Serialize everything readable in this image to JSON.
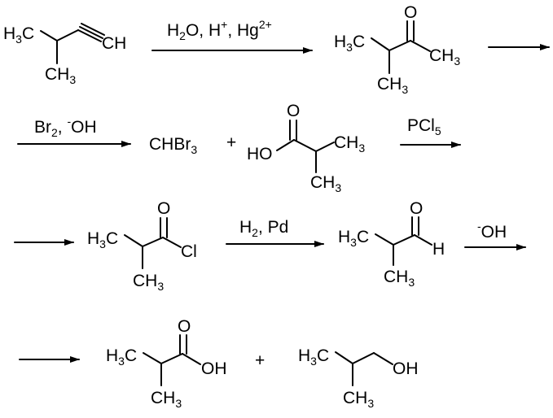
{
  "row1": {
    "alkyne": {
      "h": "H",
      "h_sub": "3",
      "c": "C",
      "ch": "CH",
      "ch3": "CH",
      "ch3_sub": "3"
    },
    "reagents": {
      "h": "H",
      "h_sub": "2",
      "o_h": "O, H",
      "plus": "+",
      "comma_hg": ", Hg",
      "charge": "2+"
    },
    "ketone": {
      "o": "O",
      "h": "H",
      "h_sub": "3",
      "c": "C",
      "ch3_right": "CH",
      "ch3_right_sub": "3",
      "ch3_down": "CH",
      "ch3_down_sub": "3"
    }
  },
  "row2": {
    "reagents": {
      "br": "Br",
      "br_sub": "2",
      "comma": ", ",
      "minus": "-",
      "oh": "OH"
    },
    "bromoform": {
      "chbr": "CHBr",
      "sub": "3"
    },
    "plus": "+",
    "acid": {
      "o": "O",
      "ho": "HO",
      "ch3_right": "CH",
      "ch3_right_sub": "3",
      "ch3_down": "CH",
      "ch3_down_sub": "3"
    },
    "pcl5": {
      "pcl": "PCl",
      "sub": "5"
    }
  },
  "row3": {
    "acyl_chloride": {
      "o": "O",
      "h": "H",
      "h_sub": "3",
      "c": "C",
      "cl": "Cl",
      "ch3": "CH",
      "ch3_sub": "3"
    },
    "reagents": {
      "h": "H",
      "h_sub": "2",
      "pd": ", Pd"
    },
    "aldehyde": {
      "o": "O",
      "h": "H",
      "h_sub": "3",
      "c": "C",
      "h_end": "H",
      "ch3": "CH",
      "ch3_sub": "3"
    },
    "base": {
      "minus": "-",
      "oh": "OH"
    }
  },
  "row4": {
    "acid": {
      "o": "O",
      "h": "H",
      "h_sub": "3",
      "c": "C",
      "oh": "OH",
      "ch3": "CH",
      "ch3_sub": "3"
    },
    "plus": "+",
    "alcohol": {
      "h": "H",
      "h_sub": "3",
      "c": "C",
      "oh": "OH",
      "ch3": "CH",
      "ch3_sub": "3"
    }
  }
}
